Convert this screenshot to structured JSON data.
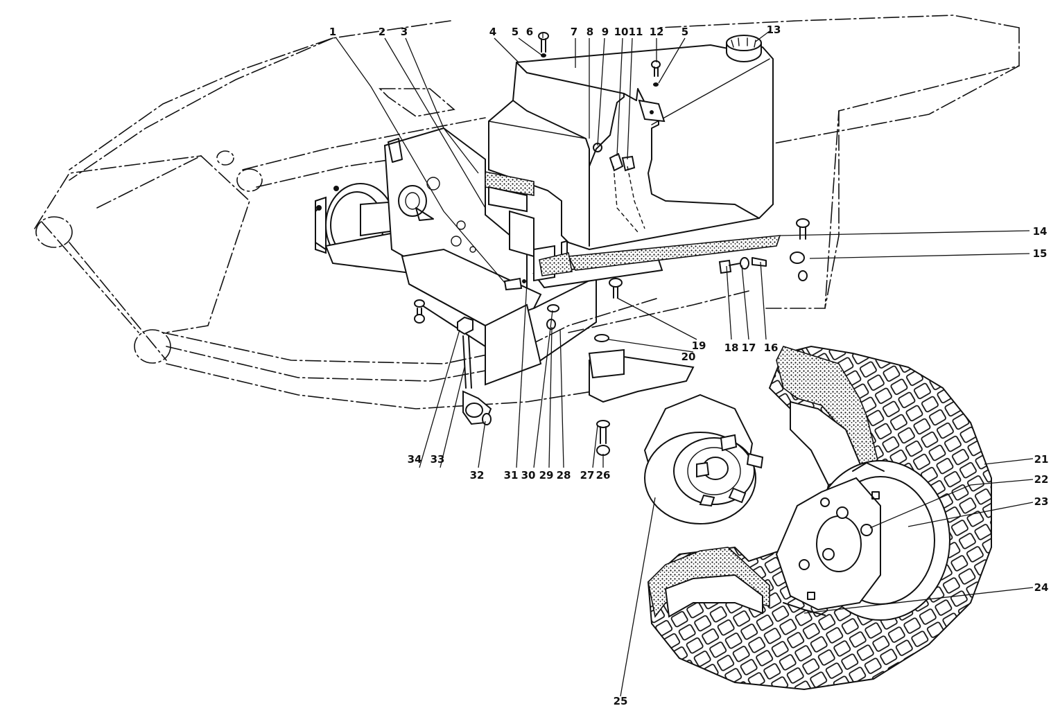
{
  "callouts": [
    {
      "id": "c1",
      "text": "1"
    },
    {
      "id": "c2",
      "text": "2"
    },
    {
      "id": "c3",
      "text": "3"
    },
    {
      "id": "c4",
      "text": "4"
    },
    {
      "id": "c5a",
      "text": "5"
    },
    {
      "id": "c6",
      "text": "6"
    },
    {
      "id": "c7",
      "text": "7"
    },
    {
      "id": "c8",
      "text": "8"
    },
    {
      "id": "c9",
      "text": "9"
    },
    {
      "id": "c10",
      "text": "10"
    },
    {
      "id": "c11",
      "text": "11"
    },
    {
      "id": "c12",
      "text": "12"
    },
    {
      "id": "c5b",
      "text": "5"
    },
    {
      "id": "c13",
      "text": "13"
    },
    {
      "id": "c14",
      "text": "14"
    },
    {
      "id": "c15",
      "text": "15"
    },
    {
      "id": "c16",
      "text": "16"
    },
    {
      "id": "c17",
      "text": "17"
    },
    {
      "id": "c18",
      "text": "18"
    },
    {
      "id": "c19",
      "text": "19"
    },
    {
      "id": "c20",
      "text": "20"
    },
    {
      "id": "c21",
      "text": "21"
    },
    {
      "id": "c22",
      "text": "22"
    },
    {
      "id": "c23",
      "text": "23"
    },
    {
      "id": "c24",
      "text": "24"
    },
    {
      "id": "c25",
      "text": "25"
    },
    {
      "id": "c26",
      "text": "26"
    },
    {
      "id": "c27",
      "text": "27"
    },
    {
      "id": "c28",
      "text": "28"
    },
    {
      "id": "c29",
      "text": "29"
    },
    {
      "id": "c30",
      "text": "30"
    },
    {
      "id": "c31",
      "text": "31"
    },
    {
      "id": "c32",
      "text": "32"
    },
    {
      "id": "c33",
      "text": "33"
    },
    {
      "id": "c34",
      "text": "34"
    }
  ]
}
